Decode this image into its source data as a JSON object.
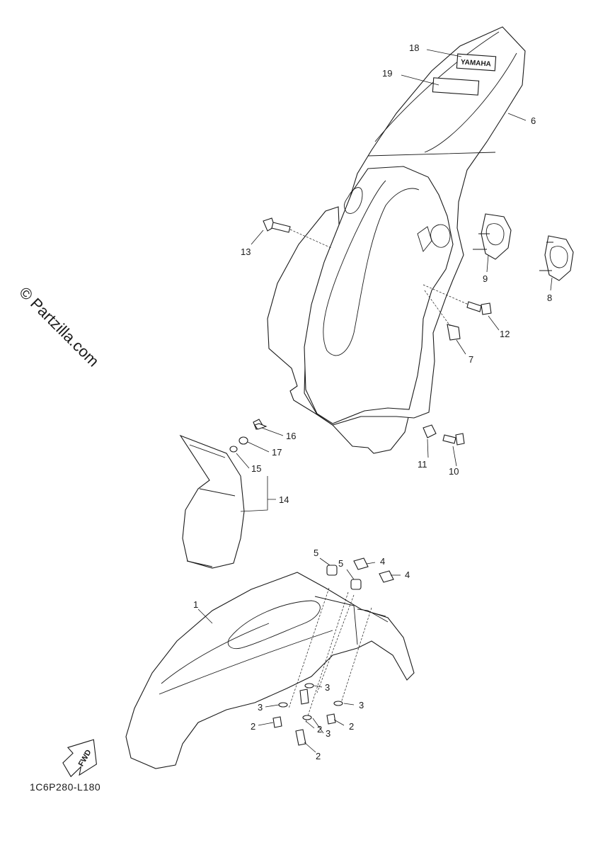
{
  "watermark": "© Partzilla.com",
  "diagram_code": "1C6P280-L180",
  "fwd_label": "FWD",
  "decal_text": "YAMAHA",
  "callouts": [
    {
      "id": "c18",
      "label": "18"
    },
    {
      "id": "c19",
      "label": "19"
    },
    {
      "id": "c6",
      "label": "6"
    },
    {
      "id": "c13",
      "label": "13"
    },
    {
      "id": "c9",
      "label": "9"
    },
    {
      "id": "c8",
      "label": "8"
    },
    {
      "id": "c12",
      "label": "12"
    },
    {
      "id": "c7",
      "label": "7"
    },
    {
      "id": "c16",
      "label": "16"
    },
    {
      "id": "c17",
      "label": "17"
    },
    {
      "id": "c15",
      "label": "15"
    },
    {
      "id": "c14",
      "label": "14"
    },
    {
      "id": "c11",
      "label": "11"
    },
    {
      "id": "c10",
      "label": "10"
    },
    {
      "id": "c5a",
      "label": "5"
    },
    {
      "id": "c5b",
      "label": "5"
    },
    {
      "id": "c4a",
      "label": "4"
    },
    {
      "id": "c4b",
      "label": "4"
    },
    {
      "id": "c1",
      "label": "1"
    },
    {
      "id": "c3a",
      "label": "3"
    },
    {
      "id": "c3b",
      "label": "3"
    },
    {
      "id": "c3c",
      "label": "3"
    },
    {
      "id": "c3d",
      "label": "3"
    },
    {
      "id": "c2a",
      "label": "2"
    },
    {
      "id": "c2b",
      "label": "2"
    },
    {
      "id": "c2c",
      "label": "2"
    },
    {
      "id": "c2d",
      "label": "2"
    }
  ]
}
